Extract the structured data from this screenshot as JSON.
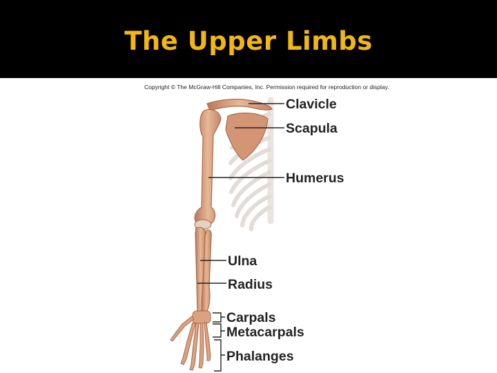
{
  "slide": {
    "title": "The Upper Limbs",
    "title_color": "#f2b712",
    "background": "#000000"
  },
  "figure": {
    "copyright": "Copyright © The McGraw-Hill Companies, Inc. Permission required for reproduction or display.",
    "bone_color": "#d9a07a",
    "labels": {
      "clavicle": "Clavicle",
      "scapula": "Scapula",
      "humerus": "Humerus",
      "ulna": "Ulna",
      "radius": "Radius",
      "carpals": "Carpals",
      "metacarpals": "Metacarpals",
      "phalanges": "Phalanges"
    }
  }
}
